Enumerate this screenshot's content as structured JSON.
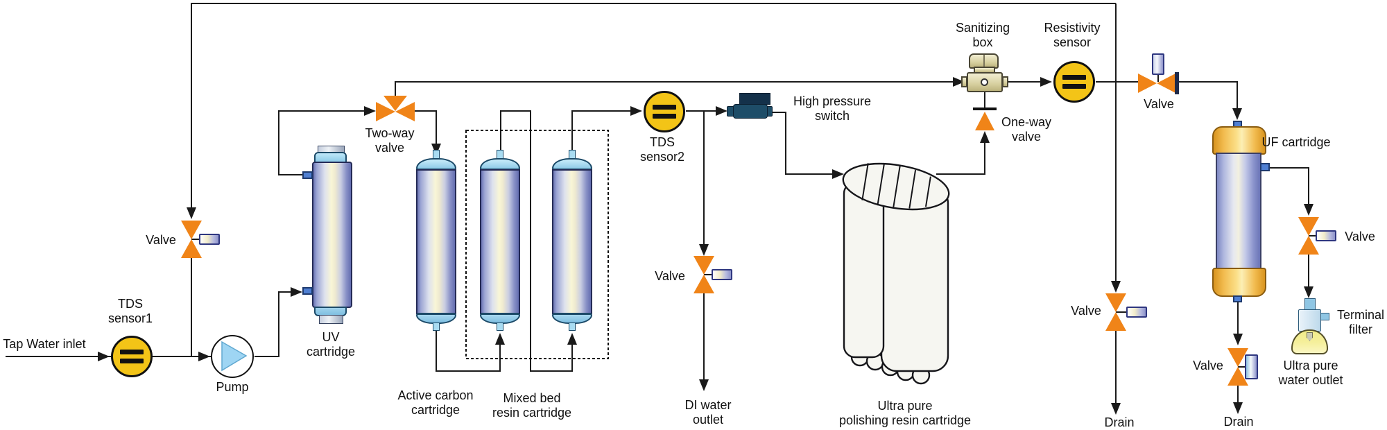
{
  "labels": {
    "tap_water_inlet": "Tap Water inlet",
    "tds_sensor1": [
      "TDS",
      "sensor1"
    ],
    "valve_recirc": "Valve",
    "pump": "Pump",
    "uv_cartridge": [
      "UV",
      "cartridge"
    ],
    "two_way_valve": [
      "Two-way",
      "valve"
    ],
    "active_carbon": [
      "Active carbon",
      "cartridge"
    ],
    "mixed_bed": [
      "Mixed bed",
      "resin cartridge"
    ],
    "tds_sensor2": [
      "TDS",
      "sensor2"
    ],
    "valve_di": "Valve",
    "di_water_outlet": [
      "DI water",
      "outlet"
    ],
    "high_pressure_switch": [
      "High pressure",
      "switch"
    ],
    "polishing_cartridge": [
      "Ultra pure",
      "polishing resin cartridge"
    ],
    "one_way_valve": [
      "One-way",
      "valve"
    ],
    "sanitizing_box": [
      "Sanitizing",
      "box"
    ],
    "resistivity_sensor": [
      "Resistivity",
      "sensor"
    ],
    "valve_bypass": "Valve",
    "valve_drain_left": "Valve",
    "drain_left": "Drain",
    "uf_cartridge": "UF cartridge",
    "valve_uf_out": "Valve",
    "terminal_filter": [
      "Terminal",
      "filter"
    ],
    "ultra_pure_outlet": [
      "Ultra pure",
      "water outlet"
    ],
    "valve_uf_drain": "Valve",
    "drain_right": "Drain"
  },
  "colors": {
    "line": "#1a1a1a",
    "valve_orange": "#F08418",
    "sensor_yellow": "#F3C417",
    "handle_blue": "#8D93CB",
    "port_blue": "#4F7FD2",
    "cap_blue": "#A9DCF2",
    "cartridge_blue": "#6C76B6",
    "cartridge_cream": "#F9F6D6",
    "switch_navy": "#1E4D68",
    "switch_navy_dark": "#14314A",
    "uf_gold": "#F2BC50",
    "khaki": "#E8E2C0",
    "terminal_yellow": "#F5EF9A",
    "tank_white": "#F6F6F1"
  }
}
